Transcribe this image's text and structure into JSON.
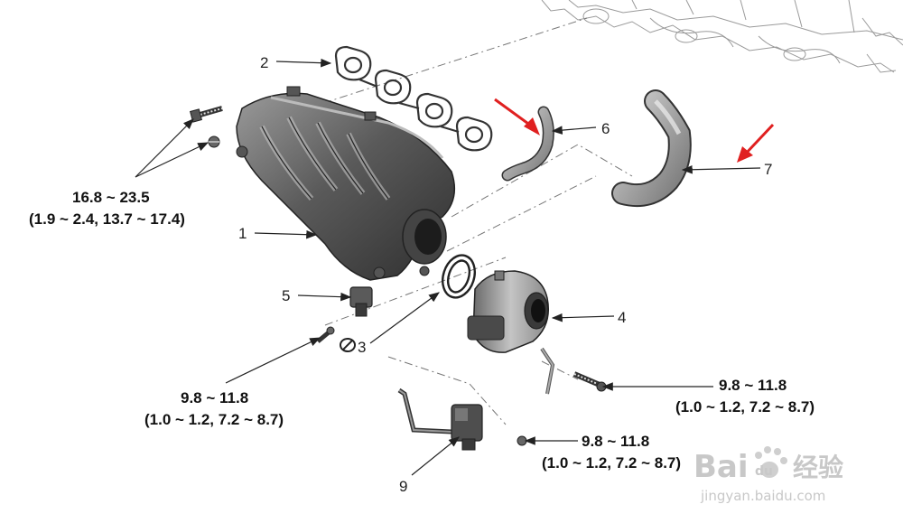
{
  "callouts": {
    "c1": "1",
    "c2": "2",
    "c3": "3",
    "c4": "4",
    "c5": "5",
    "c6": "6",
    "c7": "7",
    "c9": "9"
  },
  "torque_specs": {
    "manifold_bolts": {
      "nm": "16.8 ~ 23.5",
      "alt": "(1.9 ~ 2.4, 13.7 ~ 17.4)"
    },
    "sensor_bolt": {
      "nm": "9.8 ~ 11.8",
      "alt": "(1.0 ~ 1.2, 7.2 ~ 8.7)"
    },
    "throttle_bolt": {
      "nm": "9.8 ~ 11.8",
      "alt": "(1.0 ~ 1.2, 7.2 ~ 8.7)"
    },
    "valve_bolt": {
      "nm": "9.8 ~ 11.8",
      "alt": "(1.0 ~ 1.2, 7.2 ~ 8.7)"
    }
  },
  "watermark": {
    "logo_text": "Bai",
    "logo_text_2": "du",
    "logo_cn": "经验",
    "url": "jingyan.baidu.com"
  },
  "colors": {
    "annotation_arrow": "#e02020",
    "part_dark": "#3a3a3a",
    "part_mid": "#6e6e6e",
    "part_light": "#a8a8a8"
  }
}
